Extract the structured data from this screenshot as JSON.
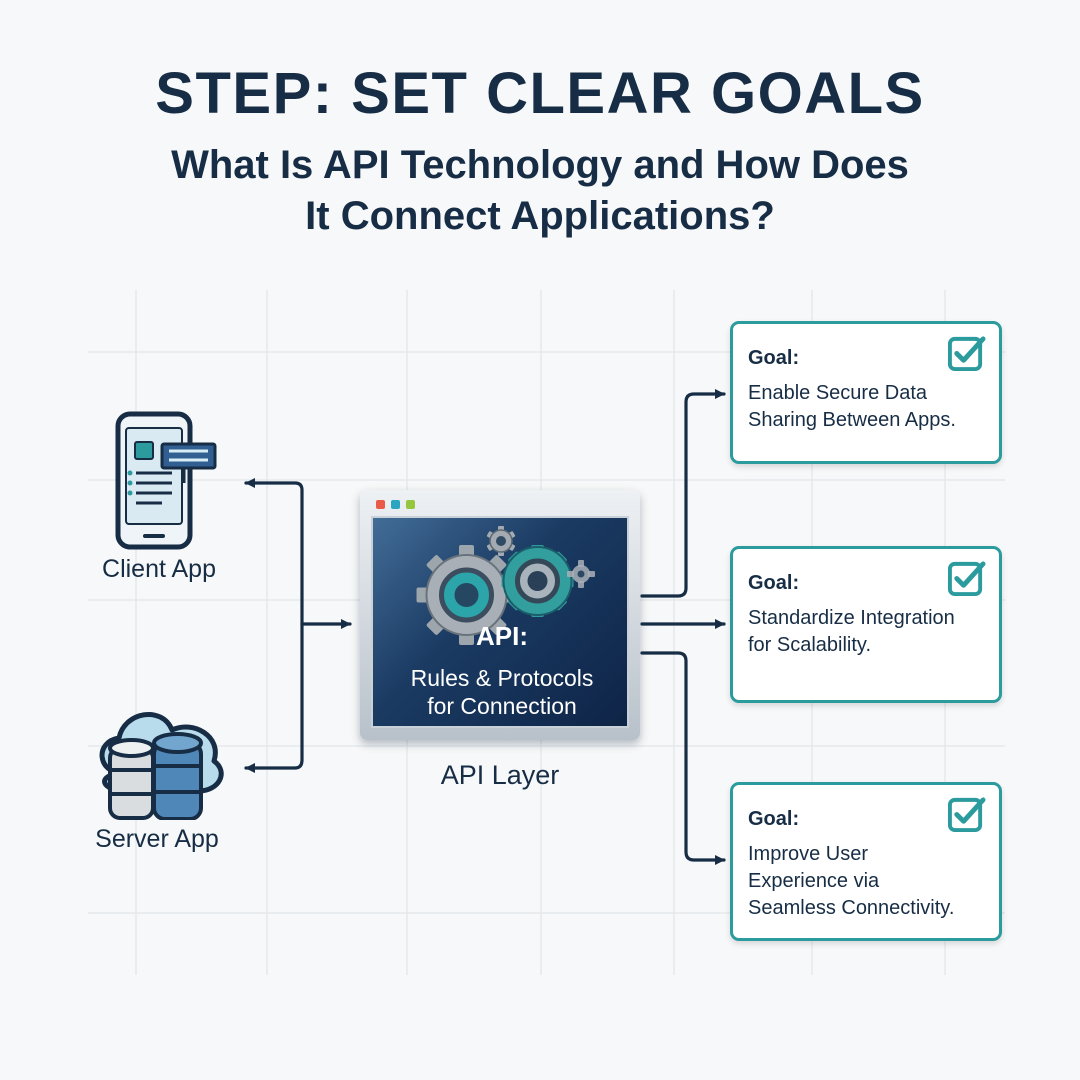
{
  "header": {
    "title": "STEP: SET CLEAR GOALS",
    "subtitle_line1": "What Is API Technology and How Does",
    "subtitle_line2": "It Connect Applications?"
  },
  "nodes": {
    "client_label": "Client App",
    "server_label": "Server App",
    "api_layer_label": "API Layer"
  },
  "api_window": {
    "heading": "API:",
    "line1": "Rules & Protocols",
    "line2": "for Connection"
  },
  "goals": [
    {
      "label": "Goal:",
      "text": "Enable Secure Data\nSharing Between Apps."
    },
    {
      "label": "Goal:",
      "text": "Standardize Integration\nfor Scalability."
    },
    {
      "label": "Goal:",
      "text": "Improve User\nExperience via\nSeamless Connectivity."
    }
  ],
  "colors": {
    "navy": "#172d45",
    "teal": "#2c9b9e",
    "api_screen": "#1b3b63",
    "background": "#f7f8f9",
    "grid": "#e2e6ea"
  },
  "icons": [
    "smartphone-icon",
    "cloud-database-icon",
    "gear-icon",
    "checkbox-icon"
  ]
}
